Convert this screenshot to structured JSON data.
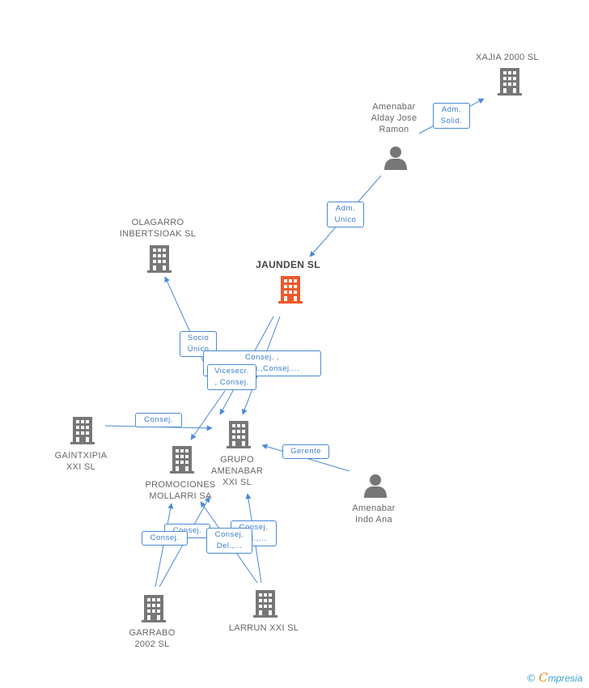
{
  "colors": {
    "company": "#777777",
    "main_company": "#f0582b",
    "person": "#777777",
    "edge": "#4a8ad6",
    "edge_label_text": "#3a7ccf"
  },
  "nodes": {
    "xajia": {
      "label": "XAJIA 2000 SL",
      "icon": "building-icon"
    },
    "amenabar_alday": {
      "label": "Amenabar\nAlday Jose\nRamon",
      "icon": "person-icon"
    },
    "jaunden": {
      "label": "JAUNDEN SL",
      "icon": "building-icon"
    },
    "olagarro": {
      "label": "OLAGARRO\nINBERTSIOAK SL",
      "icon": "building-icon"
    },
    "gaintxipia": {
      "label": "GAINTXIPIA\nXXI SL",
      "icon": "building-icon"
    },
    "grupo": {
      "label": "GRUPO\nAMENABAR\nXXI SL",
      "icon": "building-icon"
    },
    "promociones": {
      "label": "PROMOCIONES\nMOLLARRI SA",
      "icon": "building-icon"
    },
    "amenabar_indo": {
      "label": "Amenabar\nIndo Ana",
      "icon": "person-icon"
    },
    "garrabo": {
      "label": "GARRABO\n2002 SL",
      "icon": "building-icon"
    },
    "larrun": {
      "label": "LARRUN XXI SL",
      "icon": "building-icon"
    }
  },
  "edge_labels": {
    "adm_solid": "Adm.\nSolid.",
    "adm_unico": "Adm.\nUnico",
    "socio_unico": "Socio\nÚnico",
    "consej_pres": "Consej. ,\nVicepres.,Consej....",
    "vicesecr": "Vicesecr.\n, Consej.",
    "consej_gaintxipia": "Consej.",
    "gerente": "Gerente",
    "consej_garrabo_a": "Consej.",
    "consej_garrabo_b": "Consej.",
    "consej_del_a": "Consej.\nDel.,...",
    "consej_del_b": "Consej.\nDel.,..."
  },
  "watermark": {
    "copyright": "©",
    "brand_initial": "C",
    "brand_rest": "mpresia"
  }
}
